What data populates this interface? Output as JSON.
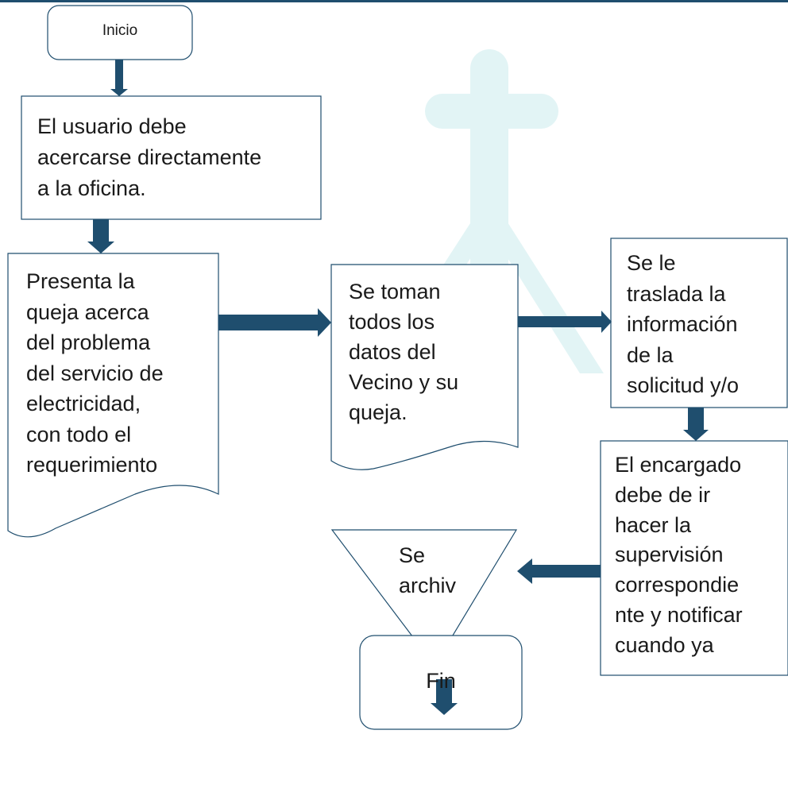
{
  "steps": {
    "start": {
      "label": "Inicio"
    },
    "step1": {
      "lines": [
        "El usuario debe",
        "acercarse directamente",
        "a la oficina."
      ]
    },
    "step2": {
      "lines": [
        "Presenta la",
        "queja acerca",
        "del problema",
        "del servicio de",
        "electricidad,",
        "con todo el",
        "requerimiento"
      ]
    },
    "step3": {
      "lines": [
        "Se toman",
        "todos los",
        "datos del",
        "Vecino y su",
        "queja."
      ]
    },
    "step4": {
      "lines": [
        "Se le",
        "traslada la",
        "información",
        "de la",
        "solicitud y/o"
      ]
    },
    "step5": {
      "lines": [
        "El encargado",
        "debe de ir",
        "hacer la",
        "supervisión",
        "correspondie",
        "nte y notificar",
        "cuando ya"
      ]
    },
    "archive": {
      "lines": [
        "Se",
        "archiv"
      ]
    },
    "end": {
      "label": "Fin"
    }
  },
  "colors": {
    "arrow": "#1f4e6e",
    "stroke": "#1f4e6e",
    "watermark": "#d6eff0"
  }
}
